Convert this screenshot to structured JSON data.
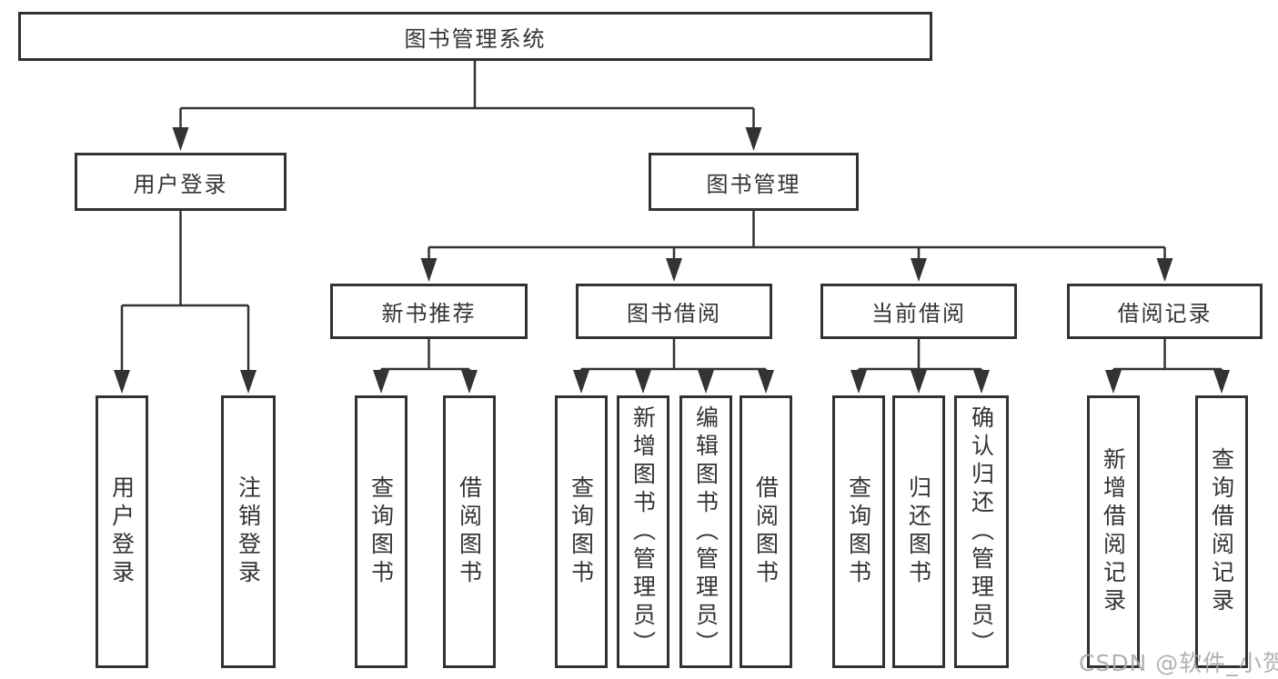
{
  "tree": {
    "root": {
      "label": "图书管理系统",
      "children": [
        {
          "label": "用户登录",
          "children": [
            {
              "label": "用户登录"
            },
            {
              "label": "注销登录"
            }
          ]
        },
        {
          "label": "图书管理",
          "children": [
            {
              "label": "新书推荐",
              "children": [
                {
                  "label": "查询图书"
                },
                {
                  "label": "借阅图书"
                }
              ]
            },
            {
              "label": "图书借阅",
              "children": [
                {
                  "label": "查询图书"
                },
                {
                  "label": "新增图书（管理员）"
                },
                {
                  "label": "编辑图书（管理员）"
                },
                {
                  "label": "借阅图书"
                }
              ]
            },
            {
              "label": "当前借阅",
              "children": [
                {
                  "label": "查询图书"
                },
                {
                  "label": "归还图书"
                },
                {
                  "label": "确认归还（管理员）"
                }
              ]
            },
            {
              "label": "借阅记录",
              "children": [
                {
                  "label": "新增借阅记录"
                },
                {
                  "label": "查询借阅记录"
                }
              ]
            }
          ]
        }
      ]
    }
  },
  "watermark": {
    "text": "CSDN @软件_小贺同学"
  },
  "colors": {
    "line": "#333333",
    "box_border": "#323232",
    "text": "#333333",
    "watermark": "#aaaaaa",
    "background": "#ffffff"
  }
}
